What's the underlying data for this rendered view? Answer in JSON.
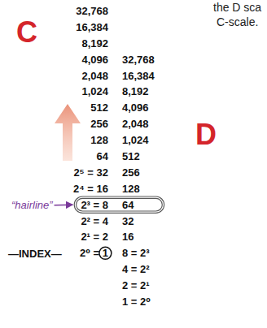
{
  "diagram": {
    "nodes": [
      {
        "text": [
          "C",
          "32,768",
          "16,384",
          "8,192",
          "4,096",
          "2,048",
          "1,024",
          "512",
          "256",
          "128",
          "64",
          "2⁵ = 32",
          "2⁴ = 16",
          "2³ = 8",
          "2² = 4",
          "2¹ = 2",
          "2⁰ = 1"
        ]
      },
      {
        "text": [
          "D",
          "32,768",
          "16,384",
          "8,192",
          "4,096",
          "2,048",
          "1,024",
          "512",
          "256",
          "128",
          "64",
          "32",
          "16",
          "8 = 2³",
          "4 = 2²",
          "2 = 2¹",
          "1 = 2⁰"
        ]
      }
    ],
    "labels": [
      "“hairline”",
      "—INDEX—",
      "the D sca",
      "C-scale."
    ]
  }
}
